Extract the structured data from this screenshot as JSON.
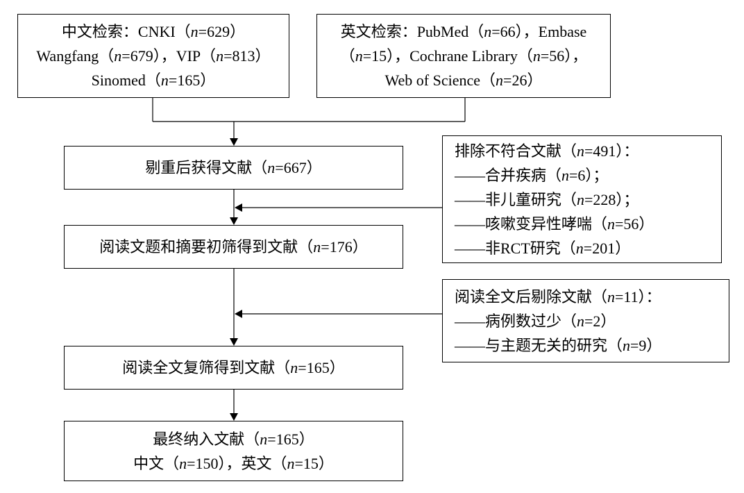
{
  "boxes": {
    "chinese_search": {
      "lines": [
        "中文检索：CNKI（n=629）",
        "Wangfang（n=679），VIP（n=813）",
        "Sinomed（n=165）"
      ]
    },
    "english_search": {
      "lines": [
        "英文检索：PubMed（n=66），Embase",
        "（n=15），Cochrane Library（n=56），",
        "Web of Science（n=26）"
      ]
    },
    "after_dedup": {
      "lines": [
        "剔重后获得文献（n=667）"
      ]
    },
    "title_abstract_screen": {
      "lines": [
        "阅读文题和摘要初筛得到文献（n=176）"
      ]
    },
    "fulltext_screen": {
      "lines": [
        "阅读全文复筛得到文献（n=165）"
      ]
    },
    "final_included": {
      "lines": [
        "最终纳入文献（n=165）",
        "中文（n=150），英文（n=15）"
      ]
    },
    "exclusion_first": {
      "lines": [
        "排除不符合文献（n=491）：",
        "——合并疾病（n=6）；",
        "——非儿童研究（n=228）；",
        "——咳嗽变异性哮喘（n=56）",
        "——非RCT研究（n=201）"
      ]
    },
    "exclusion_fulltext": {
      "lines": [
        "阅读全文后剔除文献（n=11）：",
        "——病例数过少（n=2）",
        "——与主题无关的研究（n=9）"
      ]
    }
  },
  "colors": {
    "line": "#000000",
    "text": "#000000",
    "background": "#ffffff"
  }
}
